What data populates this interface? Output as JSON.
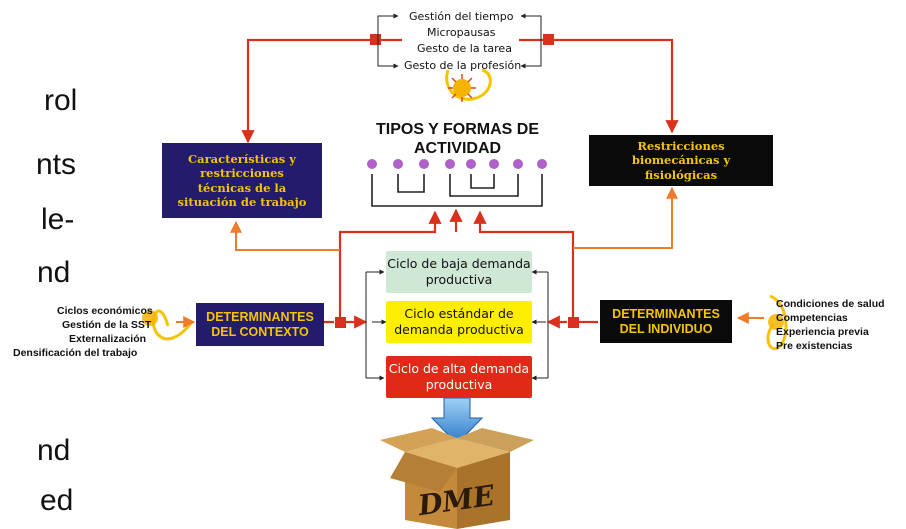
{
  "slide_text": [
    "rol",
    "nts",
    "le-",
    "nd",
    "nd",
    "ed"
  ],
  "title": "TIPOS Y FORMAS DE ACTIVIDAD",
  "top_list": [
    "Gestión del tiempo",
    "Micropausas",
    "Gesto de la tarea",
    "Gesto de la profesión"
  ],
  "left_box": "Características y restricciones técnicas de la situación de trabajo",
  "right_box": "Restricciones biomecánicas y fisiológicas",
  "context_box": "DETERMINANTES DEL CONTEXTO",
  "individual_box": "DETERMINANTES DEL INDIVIDUO",
  "context_factors": [
    "Ciclos económicos",
    "Gestión de la SST",
    "Externalización",
    "Densificación del trabajo"
  ],
  "individual_factors": [
    "Condiciones de salud",
    "Competencias",
    "Experiencia previa",
    "Pre existencias"
  ],
  "cycles": [
    {
      "label": "Ciclo de baja demanda productiva",
      "color": "#cfe8d6"
    },
    {
      "label": "Ciclo estándar de demanda productiva",
      "color": "#ffee00"
    },
    {
      "label": "Ciclo de alta demanda productiva",
      "color": "#e02a17"
    }
  ],
  "box_label": "DME",
  "colors": {
    "navy": "#231b6b",
    "accent_yellow": "#f5c400",
    "arrow_red": "#d9311e",
    "arrow_orange": "#f07b2b",
    "dot_purple": "#b060c8",
    "box_brown": "#c8923f"
  }
}
